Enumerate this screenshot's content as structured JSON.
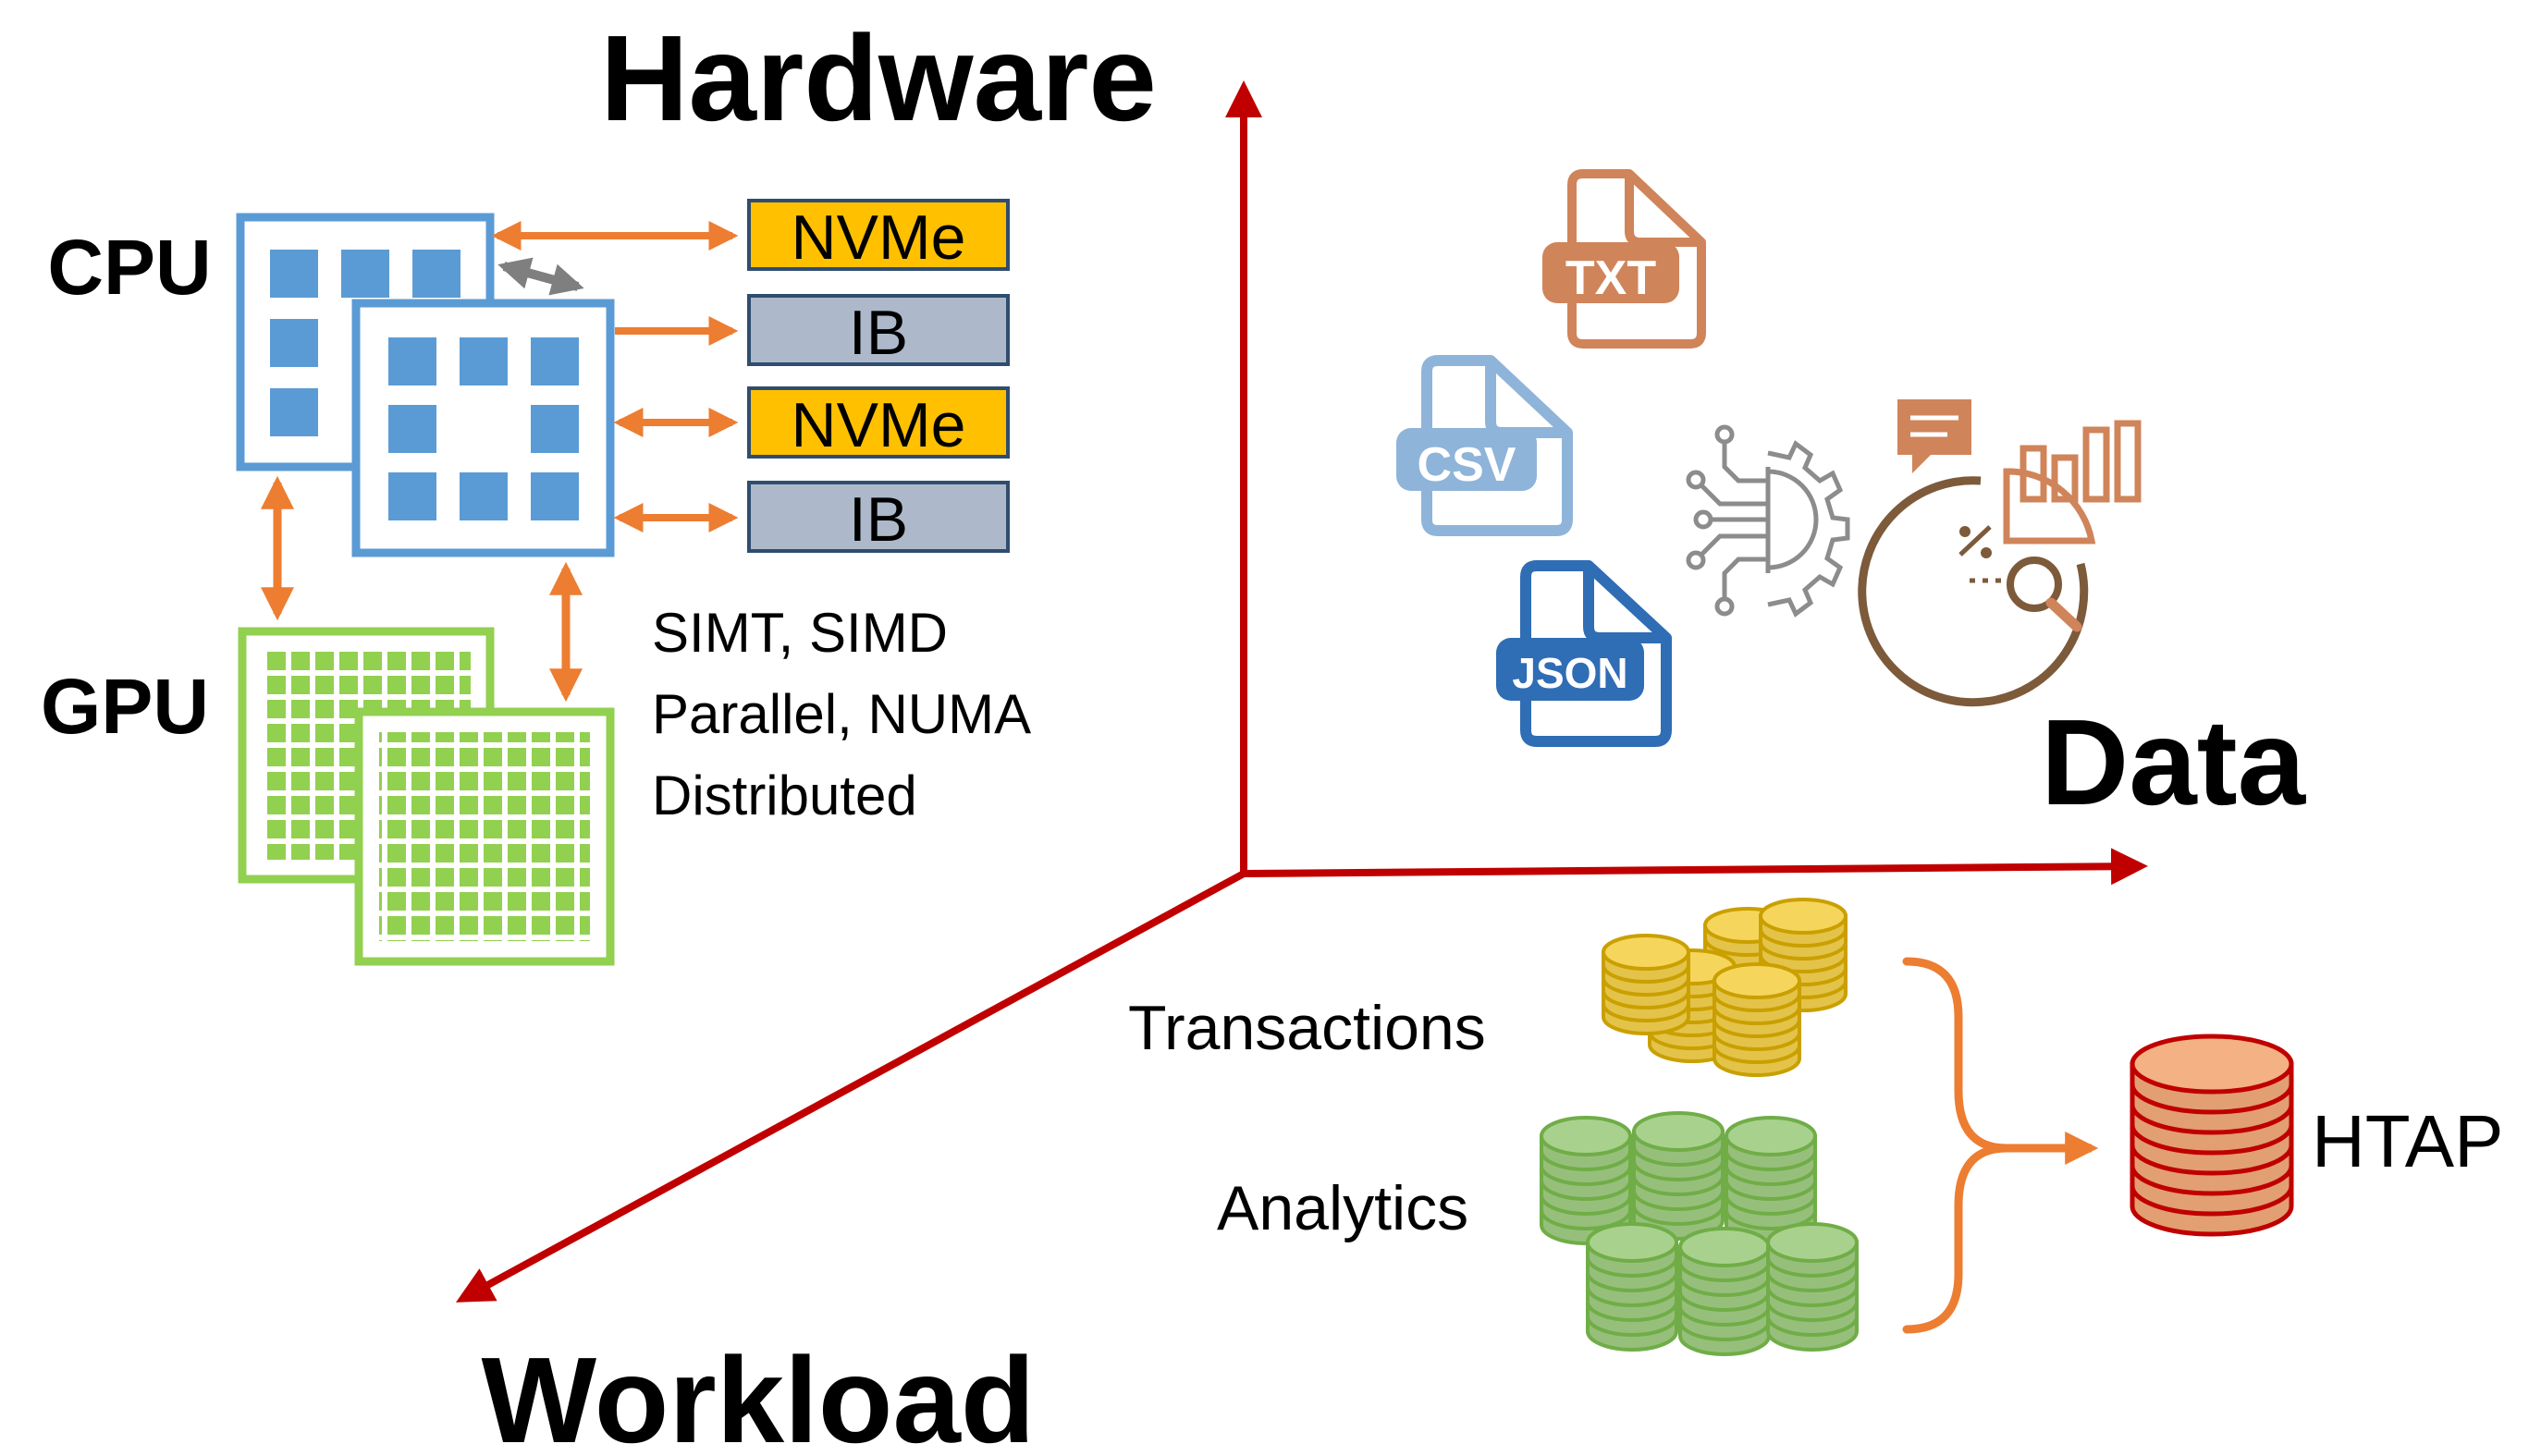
{
  "axes": {
    "hardware": "Hardware",
    "data": "Data",
    "workload": "Workload"
  },
  "hardware": {
    "cpu_label": "CPU",
    "gpu_label": "GPU",
    "devices": [
      {
        "label": "NVMe",
        "kind": "storage"
      },
      {
        "label": "IB",
        "kind": "network"
      },
      {
        "label": "NVMe",
        "kind": "storage"
      },
      {
        "label": "IB",
        "kind": "network"
      }
    ],
    "features": [
      "SIMT, SIMD",
      "Parallel, NUMA",
      "Distributed"
    ]
  },
  "data_formats": {
    "txt": "TXT",
    "csv": "CSV",
    "json": "JSON",
    "icons": [
      "txt-file-icon",
      "csv-file-icon",
      "json-file-icon",
      "ai-chip-gear-icon",
      "analytics-chart-icon"
    ]
  },
  "workload": {
    "transactions": "Transactions",
    "analytics": "Analytics",
    "htap": "HTAP"
  },
  "colors": {
    "axis": "#c00000",
    "link": "#ed7d31",
    "cpu": "#5b9bd5",
    "gpu": "#92d050",
    "nvme": "#ffc000",
    "ib": "#adb9ca",
    "txt": "#d0845a",
    "csv": "#8fb4d9",
    "json": "#2f6db5",
    "transactions": "#f6d55c",
    "analytics": "#a9d18e",
    "htap": "#f4b183"
  }
}
